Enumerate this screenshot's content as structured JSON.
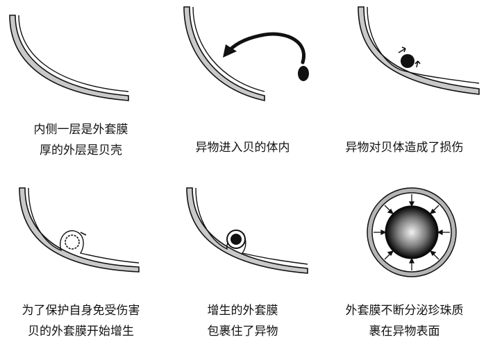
{
  "stages": [
    {
      "lines": [
        "内侧一层是外套膜",
        "厚的外层是贝壳"
      ]
    },
    {
      "lines": [
        "异物进入贝的体内"
      ]
    },
    {
      "lines": [
        "异物对贝体造成了损伤"
      ]
    },
    {
      "lines": [
        "为了保护自身免受伤害",
        "贝的外套膜开始增生"
      ]
    },
    {
      "lines": [
        "增生的外套膜",
        "包裹住了异物"
      ]
    },
    {
      "lines": [
        "外套膜不断分泌珍珠质",
        "裹在异物表面"
      ]
    }
  ],
  "colors": {
    "shell_fill": "#c9c9c9",
    "outline": "#111111",
    "pearl_center": "#f2f2f2",
    "pearl_edge": "#000000"
  },
  "icons": [
    "shell-section",
    "arrow",
    "foreign-body",
    "damage-arrows",
    "pearl-sac"
  ]
}
